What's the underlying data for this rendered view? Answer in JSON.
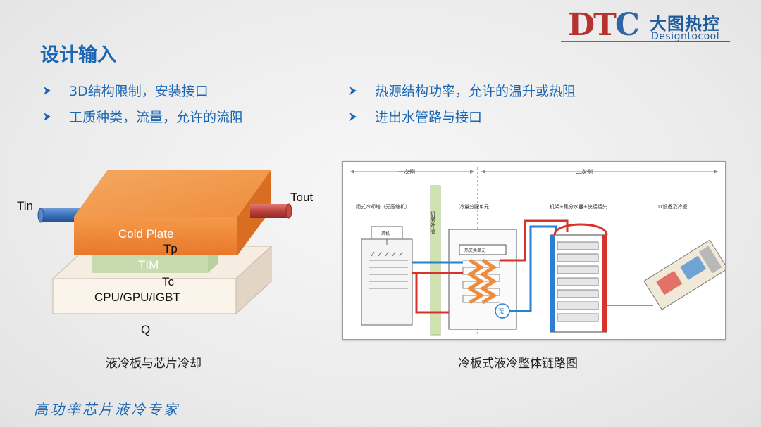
{
  "logo": {
    "letter_d": "D",
    "letter_t": "T",
    "letter_c": "C",
    "cn": "大图热控",
    "en": "Designtocool"
  },
  "title": "设计输入",
  "bullets": [
    "3D结构限制，安装接口",
    "工质种类，流量，允许的流阻",
    "热源结构功率，允许的温升或热阻",
    "进出水管路与接口"
  ],
  "left_diagram": {
    "cold_plate": "Cold Plate",
    "tim": "TIM",
    "chip": "CPU/GPU/IGBT",
    "tin": "Tin",
    "tout": "Tout",
    "tp": "Tp",
    "tc": "Tc",
    "q": "Q",
    "caption": "液冷板与芯片冷却"
  },
  "system_diagram": {
    "primary_side": "一次侧",
    "secondary_side": "二次侧",
    "cooling_tower": "闭式冷却塔（无压缩机）",
    "fan": "风机",
    "room_wall": "机房外墙",
    "cdu": "冷量分配单元",
    "heat_exchanger": "热交换单元",
    "pump": "泵",
    "rack": "机架+集分水器+快接接头",
    "it_equipment": "IT设备及冷板",
    "caption": "冷板式液冷整体链路图"
  },
  "footer": "高功率芯片液冷专家",
  "colors": {
    "accent_blue": "#1b67b3",
    "hot_red": "#d9322a",
    "cold_blue": "#2a7fd0",
    "orange": "#f08b3a"
  }
}
